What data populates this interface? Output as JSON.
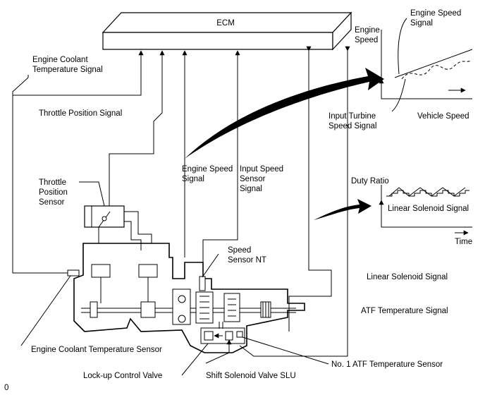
{
  "ecm_label": "ECM",
  "signals": {
    "engine_coolant_temperature": [
      "Engine Coolant",
      "Temperature Signal"
    ],
    "throttle_position": "Throttle Position Signal",
    "engine_speed": [
      "Engine Speed",
      "Signal"
    ],
    "input_speed_sensor": [
      "Input Speed",
      "Sensor",
      "Signal"
    ],
    "linear_solenoid": "Linear Solenoid Signal",
    "atf_temperature": "ATF Temperature Signal"
  },
  "components": {
    "throttle_position_sensor": [
      "Throttle",
      "Position",
      "Sensor"
    ],
    "speed_sensor_nt": [
      "Speed",
      "Sensor NT"
    ],
    "engine_coolant_temperature_sensor": "Engine Coolant Temperature Sensor",
    "lockup_control_valve": "Lock-up Control Valve",
    "shift_solenoid_valve_slu": "Shift Solenoid Valve SLU",
    "no1_atf_temperature_sensor": "No. 1 ATF Temperature Sensor"
  },
  "graph_speed": {
    "y_label": [
      "Engine",
      "Speed"
    ],
    "x_label": "Vehicle Speed",
    "engine_speed_signal": [
      "Engine Speed",
      "Signal"
    ],
    "input_turbine_speed_signal": [
      "Input Turbine",
      "Speed Signal"
    ]
  },
  "graph_duty": {
    "y_label": "Duty Ratio",
    "x_label": "Time",
    "series_label": "Linear Solenoid Signal"
  },
  "figure_code": "0"
}
